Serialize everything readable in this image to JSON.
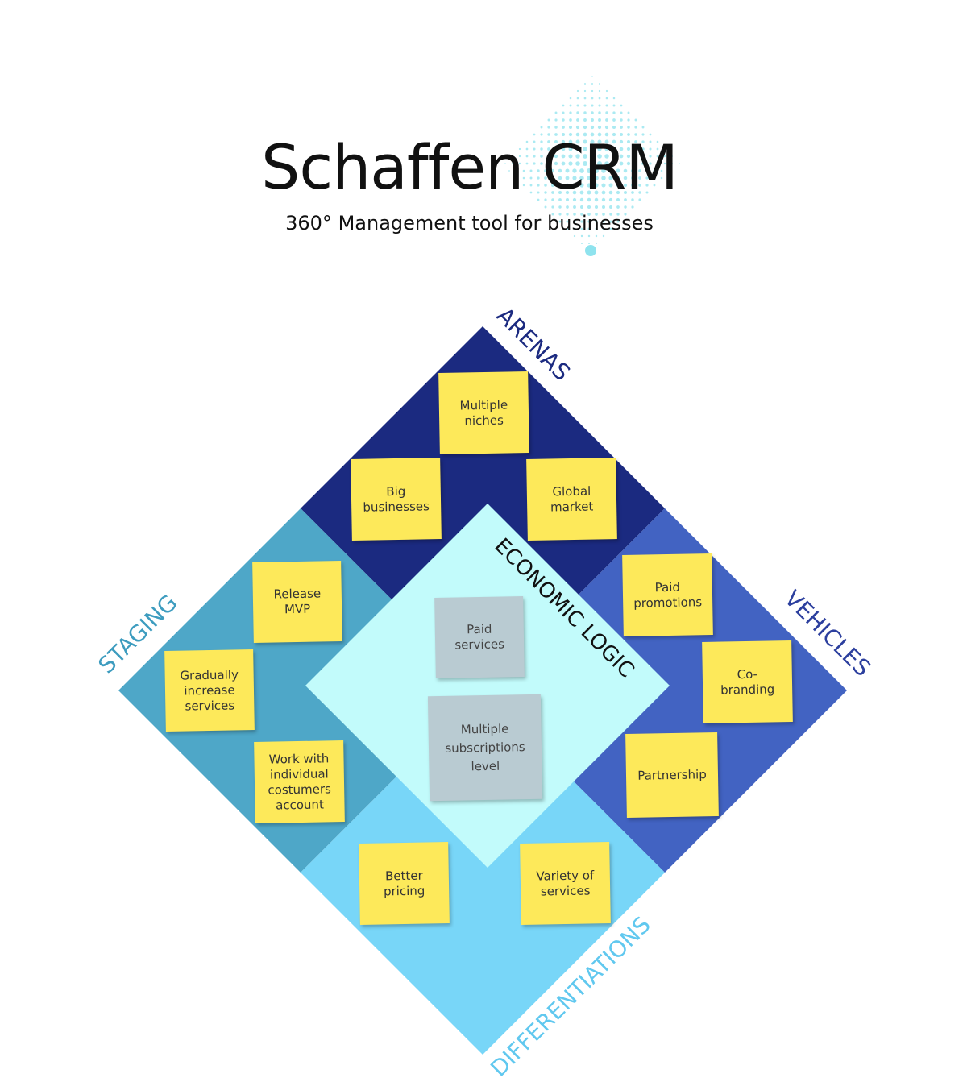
{
  "header": {
    "title": "Schaffen CRM",
    "subtitle": "360° Management tool for businesses"
  },
  "colors": {
    "arenas": "#1b2a80",
    "vehicles": "#4263c2",
    "staging": "#4ea7c8",
    "differentiations": "#78d6f8",
    "economic_logic": "#c2fbfb",
    "note_yellow": "#fde95a",
    "note_gray": "#b9cbd2",
    "dots": "#8fe3ee"
  },
  "quadrants": {
    "arenas": {
      "label": "ARENAS",
      "notes": [
        "Multiple\nniches",
        "Big\nbusinesses",
        "Global\nmarket"
      ]
    },
    "vehicles": {
      "label": "VEHICLES",
      "notes": [
        "Paid\npromotions",
        "Co-\nbranding",
        "Partnership"
      ]
    },
    "staging": {
      "label": "STAGING",
      "notes": [
        "Release\nMVP",
        "Gradually\nincrease\nservices",
        "Work with\nindividual\ncostumers\naccount"
      ]
    },
    "differentiations": {
      "label": "DIFFERENTIATIONS",
      "notes": [
        "Better\npricing",
        "Variety of\nservices"
      ]
    },
    "economic_logic": {
      "label": "ECONOMIC LOGIC",
      "notes": [
        "Paid\nservices",
        "Multiple\nsubscriptions\nlevel"
      ]
    }
  }
}
